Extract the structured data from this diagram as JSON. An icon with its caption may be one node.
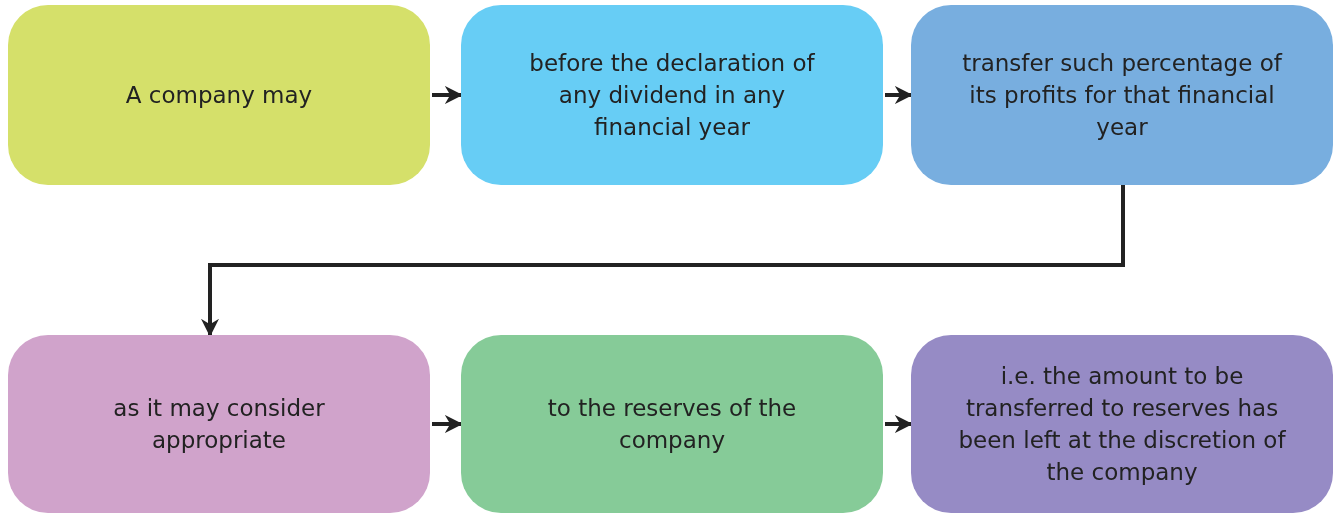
{
  "diagram": {
    "nodes": [
      {
        "text": [
          "A company may"
        ]
      },
      {
        "text": [
          "before the declaration of any dividend in any financial year"
        ]
      },
      {
        "text": [
          "transfer such percentage of its profits for that financial year"
        ]
      },
      {
        "text": [
          "as it may consider appropriate"
        ]
      },
      {
        "text": [
          "to the reserves of the company"
        ]
      },
      {
        "text": [
          "i.e. the amount to be transferred to reserves has been left at the discretion of the company"
        ]
      }
    ],
    "edges": [
      {
        "from": 0,
        "to": 1,
        "arrow": "to"
      },
      {
        "from": 1,
        "to": 2,
        "arrow": "to"
      },
      {
        "from": 2,
        "to": 3,
        "arrow": "to"
      },
      {
        "from": 3,
        "to": 4,
        "arrow": "to"
      },
      {
        "from": 4,
        "to": 5,
        "arrow": "to"
      }
    ]
  }
}
